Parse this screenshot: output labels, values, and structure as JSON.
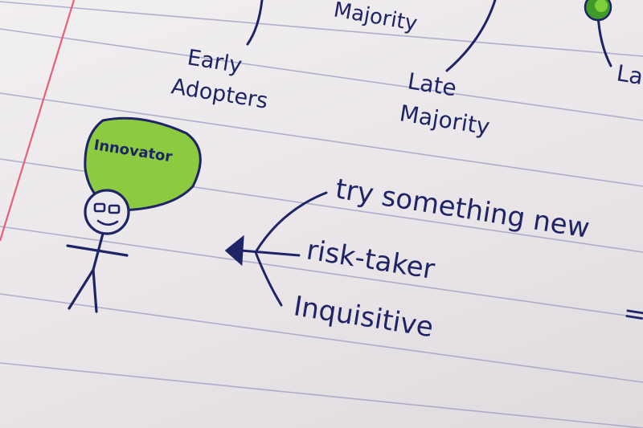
{
  "notes": {
    "top_majority": "Majority",
    "early_adopters_line1": "Early",
    "early_adopters_line2": "Adopters",
    "late_majority_line1": "Late",
    "late_majority_line2": "Majority",
    "laggards_partial": "La",
    "innovator_label": "Innovator",
    "trait_1": "try something new",
    "trait_2": "risk-taker",
    "trait_3": "Inquisitive",
    "equals_sign": "="
  },
  "colors": {
    "paper": "#ece8ea",
    "rule_line": "#9a9cc4",
    "margin_line": "#e6607a",
    "ink": "#1f2466",
    "highlight_green": "#8ccb3f",
    "dot_green": "#3f9a2a"
  },
  "icons": {
    "figure": "stick-figure-icon",
    "arrow": "arrow-left-icon"
  }
}
